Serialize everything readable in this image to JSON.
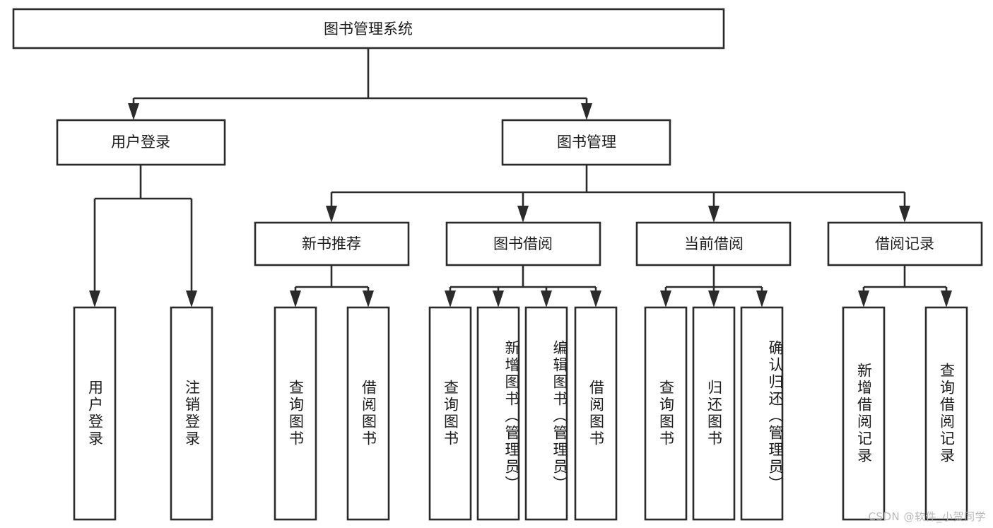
{
  "diagram": {
    "title": "图书管理系统",
    "type": "tree-hierarchy",
    "watermark": "CSDN @软件_小贺同学",
    "colors": {
      "box_stroke": "#2b2b2b",
      "box_fill": "#ffffff",
      "text": "#1c1c1c",
      "background": "#ffffff",
      "watermark": "#b9b9b9"
    },
    "levels": {
      "level0": "根节点",
      "level1": "主模块",
      "level2": "子模块",
      "level3": "功能项"
    },
    "nodes": {
      "root": {
        "label": "图书管理系统",
        "orientation": "horizontal"
      },
      "level1": [
        {
          "id": "user-login",
          "label": "用户登录",
          "orientation": "horizontal"
        },
        {
          "id": "book-manage",
          "label": "图书管理",
          "orientation": "horizontal"
        }
      ],
      "level2": [
        {
          "id": "new-book-rec",
          "label": "新书推荐",
          "orientation": "horizontal",
          "parent": "book-manage"
        },
        {
          "id": "book-borrow",
          "label": "图书借阅",
          "orientation": "horizontal",
          "parent": "book-manage"
        },
        {
          "id": "current-borrow",
          "label": "当前借阅",
          "orientation": "horizontal",
          "parent": "book-manage"
        },
        {
          "id": "borrow-record",
          "label": "借阅记录",
          "orientation": "horizontal",
          "parent": "book-manage"
        }
      ],
      "leaves": [
        {
          "id": "leaf-user-login",
          "label": "用户登录",
          "orientation": "vertical",
          "parent": "user-login"
        },
        {
          "id": "leaf-logout",
          "label": "注销登录",
          "orientation": "vertical",
          "parent": "user-login"
        },
        {
          "id": "leaf-query-book-1",
          "label": "查询图书",
          "orientation": "vertical",
          "parent": "new-book-rec"
        },
        {
          "id": "leaf-borrow-book-1",
          "label": "借阅图书",
          "orientation": "vertical",
          "parent": "new-book-rec"
        },
        {
          "id": "leaf-query-book-2",
          "label": "查询图书",
          "orientation": "vertical",
          "parent": "book-borrow"
        },
        {
          "id": "leaf-add-book",
          "label": "新增图书（管理员）",
          "orientation": "vertical",
          "parent": "book-borrow"
        },
        {
          "id": "leaf-edit-book",
          "label": "编辑图书（管理员）",
          "orientation": "vertical",
          "parent": "book-borrow"
        },
        {
          "id": "leaf-borrow-book-2",
          "label": "借阅图书",
          "orientation": "vertical",
          "parent": "book-borrow"
        },
        {
          "id": "leaf-query-book-3",
          "label": "查询图书",
          "orientation": "vertical",
          "parent": "current-borrow"
        },
        {
          "id": "leaf-return-book",
          "label": "归还图书",
          "orientation": "vertical",
          "parent": "current-borrow"
        },
        {
          "id": "leaf-confirm-return",
          "label": "确认归还（管理员）",
          "orientation": "vertical",
          "parent": "current-borrow"
        },
        {
          "id": "leaf-add-record",
          "label": "新增借阅记录",
          "orientation": "vertical",
          "parent": "borrow-record"
        },
        {
          "id": "leaf-query-record",
          "label": "查询借阅记录",
          "orientation": "vertical",
          "parent": "borrow-record"
        }
      ]
    }
  }
}
